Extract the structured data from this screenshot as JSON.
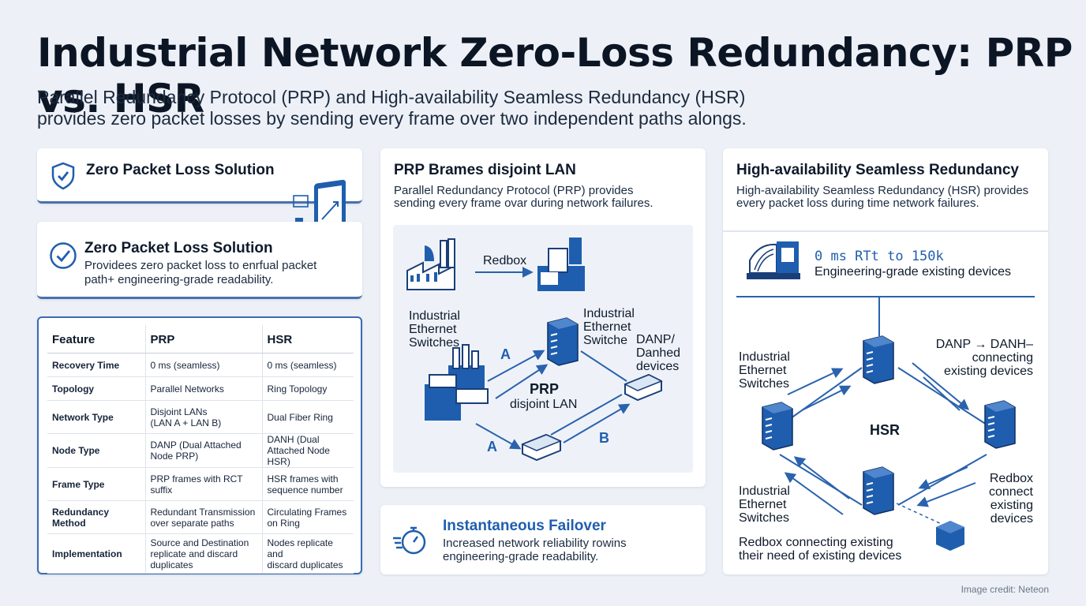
{
  "title": "Industrial Network Zero-Loss Redundancy: PRP vs. HSR",
  "subtitle": "Parallel Redundancy Protocol (PRP) and High-availability Seamless Redundancy (HSR) provides zero packet losses by sending every frame over two independent paths alongs.",
  "left": {
    "card1_title": "Zero Packet Loss Solution",
    "card2_title": "Zero Packet Loss Solution",
    "card2_text": "Providees zero packet loss to enrfual packet path+ engineering-grade readability."
  },
  "table": {
    "headers": [
      "Feature",
      "PRP",
      "HSR"
    ],
    "rows": [
      {
        "feature": "Recovery Time",
        "prp": "0 ms (seamless)",
        "hsr": "0 ms (seamless)"
      },
      {
        "feature": "Topology",
        "prp": "Parallel Networks",
        "hsr": "Ring Topology"
      },
      {
        "feature": "Network Type",
        "prp": "Disjoint LANs\n(LAN A + LAN B)",
        "hsr": "Dual Fiber Ring"
      },
      {
        "feature": "Node Type",
        "prp": "DANP (Dual Attached\nNode PRP)",
        "hsr": "DANH (Dual\nAttached Node HSR)"
      },
      {
        "feature": "Frame Type",
        "prp": "PRP frames with RCT\nsuffix",
        "hsr": "HSR frames with\nsequence number"
      },
      {
        "feature": "Redundancy\nMethod",
        "prp": "Redundant Transmission\nover separate paths",
        "hsr": "Circulating Frames\non Ring"
      },
      {
        "feature": "Implementation",
        "prp": "Source and Destination\nreplicate and discard\nduplicates",
        "hsr": "Nodes replicate and\ndiscard duplicates"
      }
    ]
  },
  "prp": {
    "title": "PRP Brames disjoint LAN",
    "text": "Parallel Redundancy Protocol (PRP) provides sending every frame ovar during network failures.",
    "label_redbox": "Redbox",
    "label_switches_left": "Industrial\nEthernet\nSwitches",
    "label_switches_mid": "Industrial\nEthernet\nSwitche",
    "label_danp": "DANP/\nDanhed\ndevices",
    "center_big": "PRP",
    "center_small": "disjoint LAN",
    "path_a1": "A",
    "path_a2": "A",
    "path_b": "B"
  },
  "failover": {
    "title": "Instantaneous Failover",
    "text": "Increased network reliability rowins engineering-grade readability."
  },
  "hsr": {
    "title": "High-availability Seamless Redundancy",
    "text": "High-availability Seamless Redundancy (HSR) provides every packet loss during time network failures.",
    "mono": "0 ms RTt to 150k",
    "sub": "Engineering-grade existing devices",
    "label_switches_top": "Industrial\nEthernet\nSwitches",
    "label_danp": "DANP → DANH–\nconnecting\nexisting devices",
    "center": "HSR",
    "label_switches_bottom": "Industrial\nEthernet\nSwitches",
    "label_redbox": "Redbox\nconnect\nexisting\ndevices",
    "bottom_text": "Redbox connecting existing\ntheir need of existing devices"
  },
  "credit": "Image credit: Neteon",
  "colors": {
    "accent": "#1f5eae",
    "dark": "#0e1a2b",
    "line": "#2a62ad",
    "bg": "#edf1f7"
  },
  "icons": [
    "shield-check-icon",
    "check-circle-icon",
    "tablet-network-icon",
    "factory-icon",
    "switch-tower-icon",
    "stopwatch-icon",
    "machine-icon",
    "cube-device-icon"
  ]
}
